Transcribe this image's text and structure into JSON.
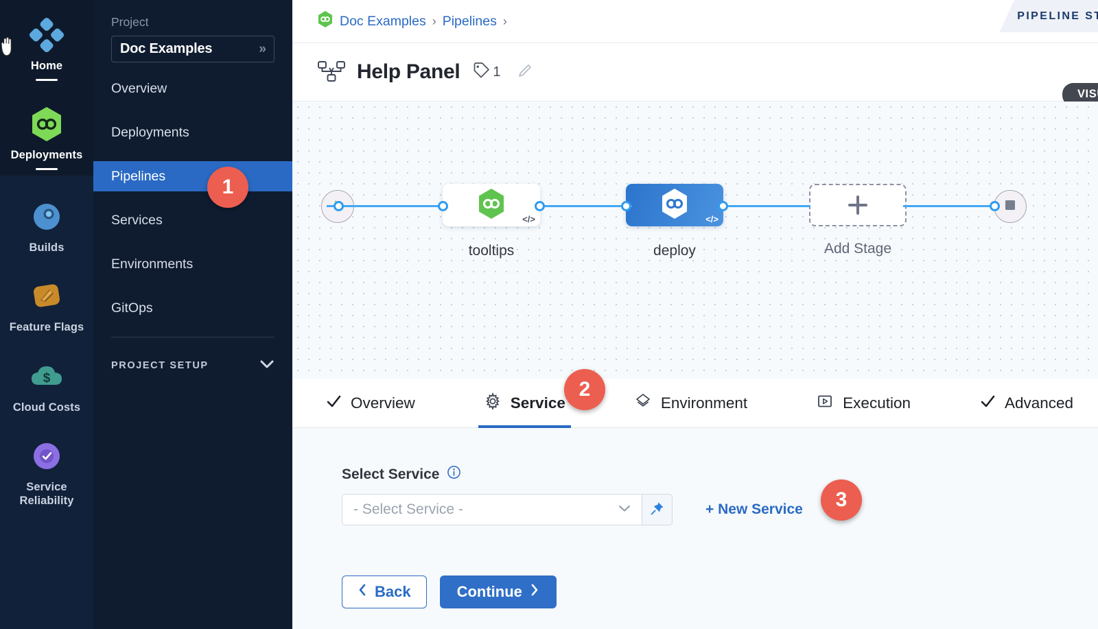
{
  "rail": {
    "items": [
      {
        "label": "Home",
        "icon": "home-grid-icon",
        "active": true
      },
      {
        "label": "Deployments",
        "icon": "deployments-infinity-icon",
        "active": true
      },
      {
        "label": "Builds",
        "icon": "builds-icon",
        "active": false
      },
      {
        "label": "Feature Flags",
        "icon": "feature-flags-icon",
        "active": false
      },
      {
        "label": "Cloud Costs",
        "icon": "cloud-costs-icon",
        "active": false
      },
      {
        "label": "Service Reliability",
        "icon": "service-reliability-icon",
        "active": false
      }
    ]
  },
  "sidebar": {
    "project_label": "Project",
    "project_name": "Doc Examples",
    "project_chevron": "»",
    "items": [
      {
        "label": "Overview",
        "active": false
      },
      {
        "label": "Deployments",
        "active": false
      },
      {
        "label": "Pipelines",
        "active": true
      },
      {
        "label": "Services",
        "active": false
      },
      {
        "label": "Environments",
        "active": false
      },
      {
        "label": "GitOps",
        "active": false
      }
    ],
    "setup_label": "PROJECT SETUP"
  },
  "breadcrumb": {
    "icon": "project-hexagon-icon",
    "items": [
      "Doc Examples",
      "Pipelines"
    ],
    "separator": "›",
    "trailing_separator": "›"
  },
  "header": {
    "icon": "pipeline-nodes-icon",
    "title": "Help Panel",
    "tag_icon": "tag-icon",
    "tag_count": "1",
    "edit_icon": "pencil-icon",
    "studio_tab": "PIPELINE STUDIO",
    "mode_badge": "VISUAL"
  },
  "canvas": {
    "start_node": "start-play-icon",
    "end_node": "end-stop-icon",
    "stages": [
      {
        "label": "tooltips",
        "style": "white",
        "icon": "harness-hexagon-green-icon",
        "code_badge": "</>"
      },
      {
        "label": "deploy",
        "style": "blue",
        "icon": "harness-hexagon-white-icon",
        "code_badge": "</>"
      }
    ],
    "add_stage_label": "Add Stage",
    "add_stage_icon": "plus-icon"
  },
  "tabs": [
    {
      "label": "Overview",
      "icon": "check-icon",
      "active": false
    },
    {
      "label": "Service",
      "icon": "gear-icon",
      "active": true
    },
    {
      "label": "Environment",
      "icon": "layers-icon",
      "active": false
    },
    {
      "label": "Execution",
      "icon": "play-box-icon",
      "active": false
    },
    {
      "label": "Advanced",
      "icon": "check-icon",
      "active": false
    }
  ],
  "form": {
    "select_service_label": "Select Service",
    "info_icon": "info-icon",
    "select_placeholder": "- Select Service -",
    "chevron_icon": "chevron-down-icon",
    "pin_icon": "pin-icon",
    "new_service_label": "+ New Service",
    "back_label": "Back",
    "back_icon": "chevron-left-icon",
    "continue_label": "Continue",
    "continue_icon": "chevron-right-icon"
  },
  "callouts": [
    {
      "number": "1"
    },
    {
      "number": "2"
    },
    {
      "number": "3"
    }
  ],
  "colors": {
    "accent_blue": "#2a6ac4",
    "callout_red": "#ec5e4f",
    "harness_green": "#4fc24f",
    "rail_dark": "#0e1a2b",
    "rail_blue": "#12213a",
    "sidebar": "#0f1c30",
    "canvas_bg": "#f6fafd",
    "wire_blue": "#43a7f5"
  }
}
